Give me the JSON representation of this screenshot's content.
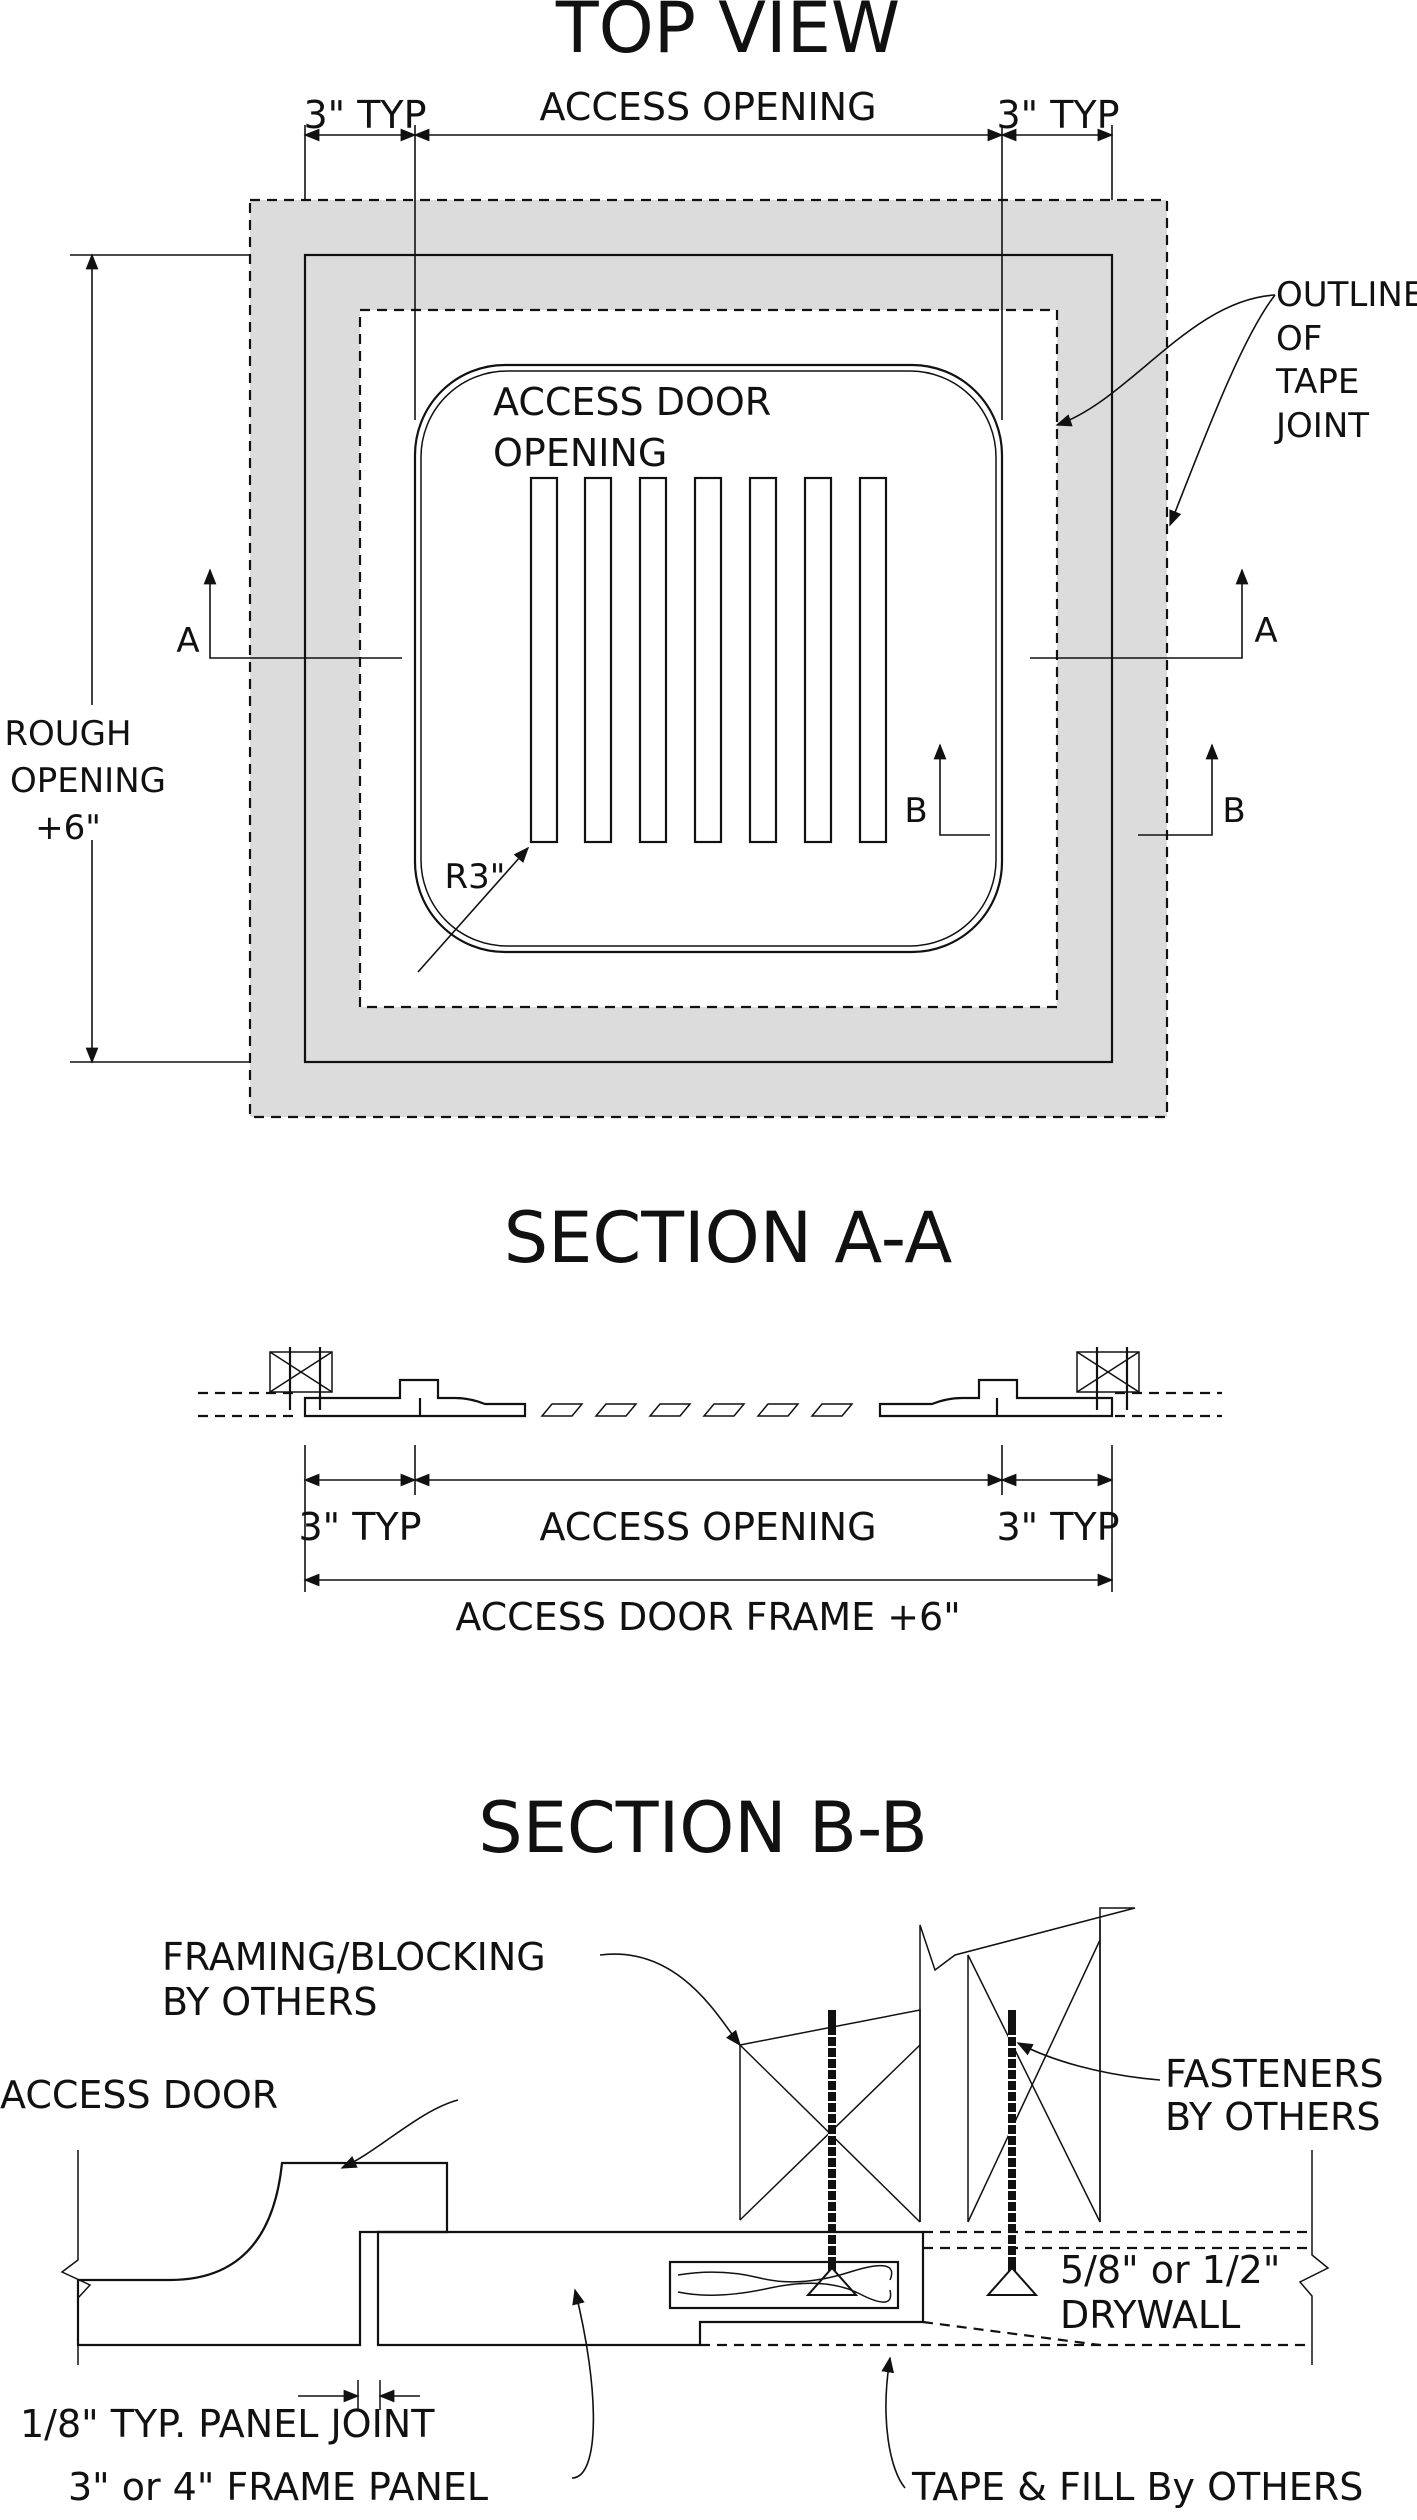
{
  "top_view": {
    "title": "TOP VIEW",
    "typ_left": "3\" TYP",
    "access_opening": "ACCESS OPENING",
    "typ_right": "3\" TYP",
    "outline_1": "OUTLINE",
    "outline_2": "OF",
    "outline_3": "TAPE",
    "outline_4": "JOINT",
    "door_opening_1": "ACCESS DOOR",
    "door_opening_2": "OPENING",
    "rough_1": "ROUGH",
    "rough_2": "OPENING",
    "rough_3": "+6\"",
    "section_a_left": "A",
    "section_a_right": "A",
    "section_b_left": "B",
    "section_b_right": "B",
    "radius": "R3\""
  },
  "section_aa": {
    "title": "SECTION A-A",
    "typ_left": "3\" TYP",
    "access_opening": "ACCESS OPENING",
    "typ_right": "3\" TYP",
    "frame": "ACCESS DOOR FRAME +6\""
  },
  "section_bb": {
    "title": "SECTION B-B",
    "framing_1": "FRAMING/BLOCKING",
    "framing_2": "BY OTHERS",
    "access_door": "ACCESS DOOR",
    "fasteners_1": "FASTENERS",
    "fasteners_2": "BY OTHERS",
    "drywall_1": "5/8\" or 1/2\"",
    "drywall_2": "DRYWALL",
    "panel_joint": "1/8\" TYP. PANEL JOINT",
    "frame_panel": "3\" or 4\" FRAME PANEL",
    "tape_fill": "TAPE & FILL By OTHERS"
  }
}
